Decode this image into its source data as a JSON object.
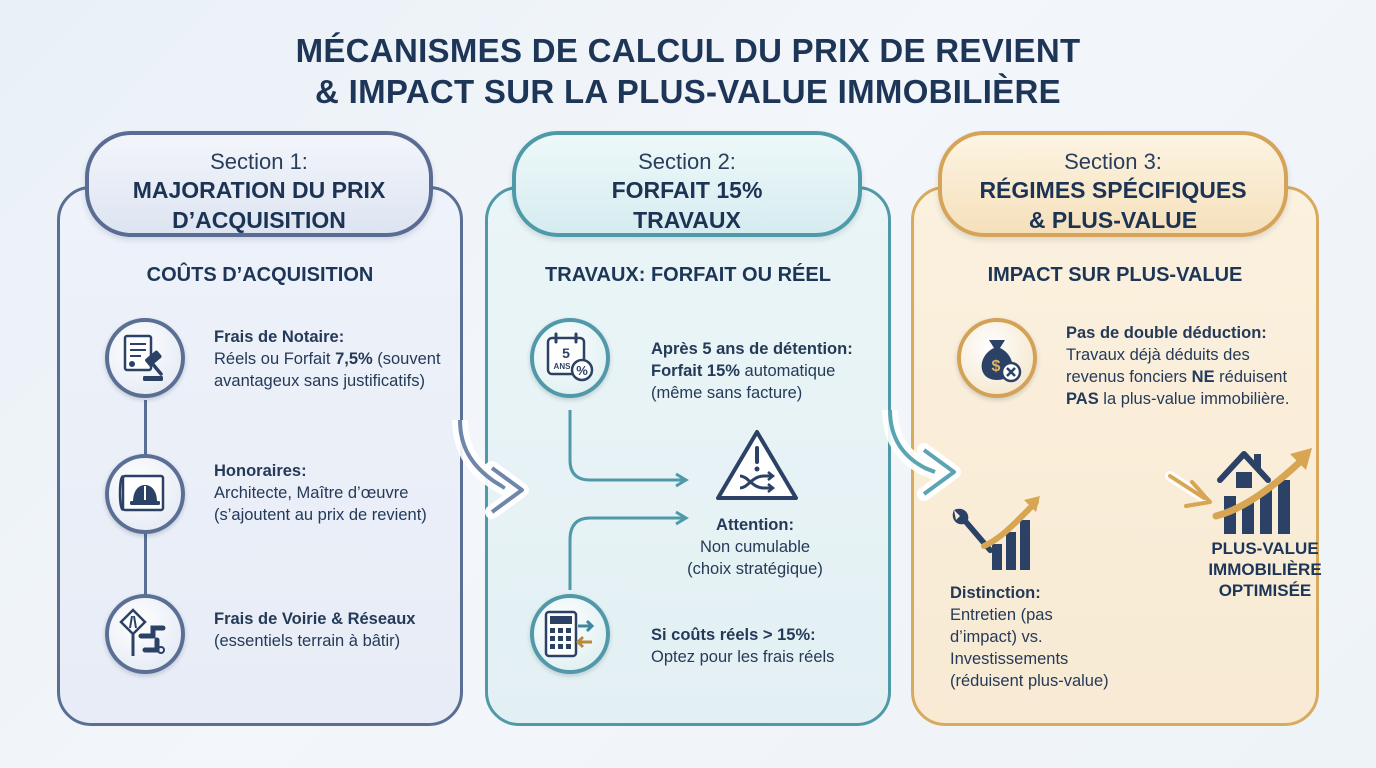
{
  "title": {
    "line1": "MÉCANISMES DE CALCUL DU PRIX DE REVIENT",
    "line2": "& IMPACT SUR LA PLUS-VALUE IMMOBILIÈRE"
  },
  "sections": [
    {
      "section_label": "Section 1:",
      "name": "MAJORATION DU PRIX\nD’ACQUISITION",
      "subhead": "COÛTS D’ACQUISITION",
      "items": [
        {
          "label": "Frais de Notaire:",
          "text_a": "Réels ou Forfait ",
          "text_b": "7,5%",
          "text_c": "(souvent avantageux sans justificatifs)",
          "icon": "notary-document-gavel-icon"
        },
        {
          "label": "Honoraires:",
          "text_a": "Architecte, Maître d’œuvre (s’ajoutent au prix de revient)",
          "icon": "blueprint-helmet-icon"
        },
        {
          "label": "Frais de Voirie & Réseaux",
          "text_a": "(essentiels terrain à bâtir)",
          "icon": "road-sign-pipes-icon"
        }
      ]
    },
    {
      "section_label": "Section 2:",
      "name": "FORFAIT 15%\nTRAVAUX",
      "subhead": "TRAVAUX: FORFAIT OU RÉEL",
      "items": [
        {
          "label": "Après 5 ans de détention:",
          "text_b": "Forfait 15%",
          "text_a": " automatique",
          "text_c": "(même sans facture)",
          "icon": "calendar-5-ans-percent-icon",
          "icon_number": "5",
          "icon_word": "ANS",
          "icon_percent": "%"
        },
        {
          "label": "Attention:",
          "text_a": "Non cumulable",
          "text_c": "(choix stratégique)",
          "icon": "warning-shuffle-icon"
        },
        {
          "label": "Si coûts réels > 15%:",
          "text_a": "Optez pour les frais réels",
          "icon": "calculator-arrows-icon"
        }
      ]
    },
    {
      "section_label": "Section 3:",
      "name": "RÉGIMES SPÉCIFIQUES\n& PLUS-VALUE",
      "subhead": "IMPACT SUR PLUS-VALUE",
      "items": [
        {
          "label": "Pas de double déduction:",
          "text_a": "Travaux déjà déduits des revenus fonciers ",
          "text_b": "NE",
          "text_c": " réduisent ",
          "text_d": "PAS",
          "text_e": " la plus-value immobilière.",
          "icon": "money-bag-x-icon"
        },
        {
          "label": "Distinction:",
          "text_a": "Entretien (pas d’impact) vs. Investissements (réduisent plus-value)",
          "icon": "wrench-growth-chart-icon"
        },
        {
          "label": "PLUS-VALUE IMMOBILIÈRE OPTIMISÉE",
          "icon": "house-growth-arrow-icon"
        }
      ]
    }
  ],
  "colors": {
    "section1": "#5b6f95",
    "section2": "#4f99a9",
    "section3": "#d9aa5e",
    "navy": "#1d3658"
  }
}
